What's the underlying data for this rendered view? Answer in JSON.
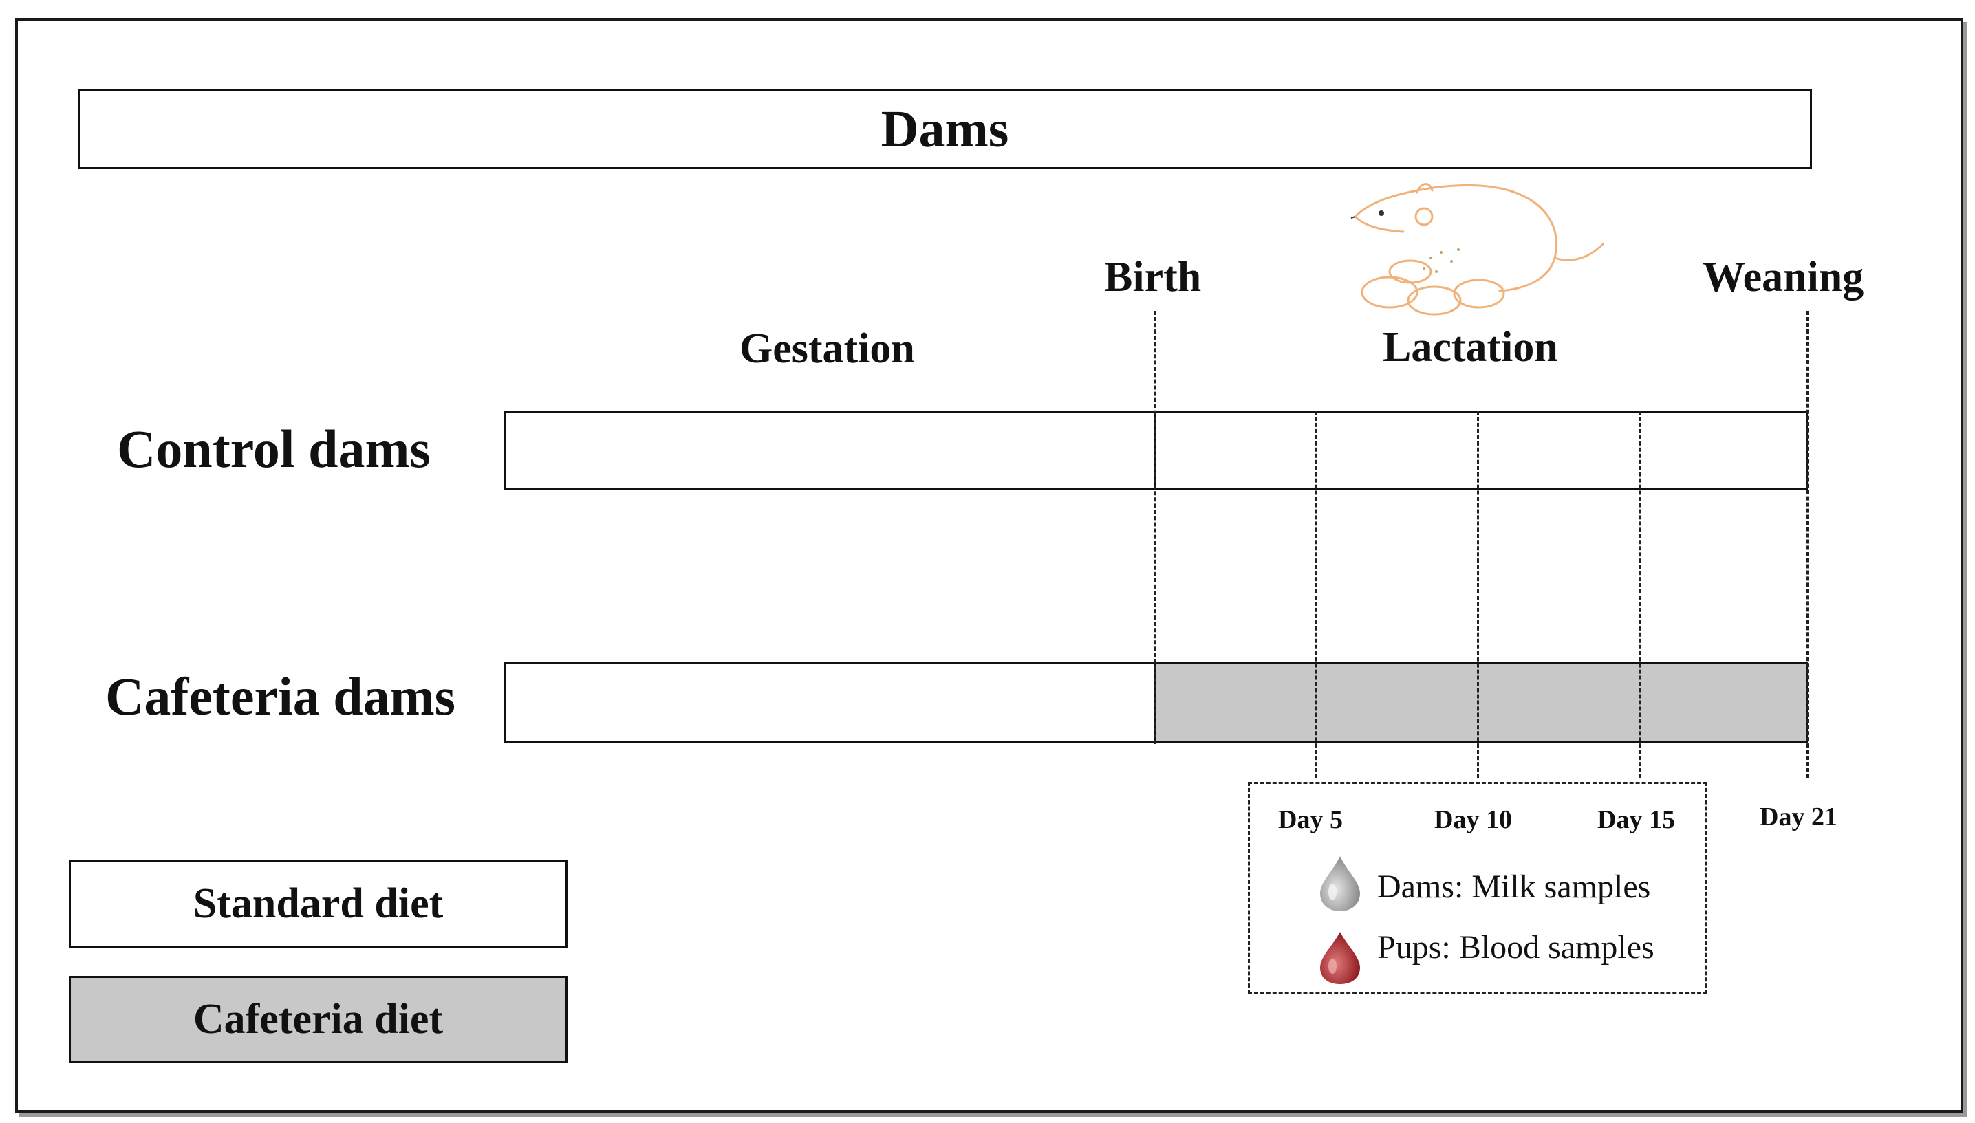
{
  "title": "Dams",
  "phases": {
    "gestation": "Gestation",
    "lactation": "Lactation"
  },
  "events": {
    "birth": "Birth",
    "weaning": "Weaning"
  },
  "groups": [
    {
      "label": "Control dams",
      "lactation_diet": "Standard diet"
    },
    {
      "label": "Cafeteria dams",
      "lactation_diet": "Cafeteria diet"
    }
  ],
  "days": [
    "Day 5",
    "Day 10",
    "Day 15",
    "Day 21"
  ],
  "legend": {
    "standard": "Standard diet",
    "cafeteria": "Cafeteria diet"
  },
  "samples": {
    "milk": "Dams: Milk samples",
    "blood": "Pups: Blood samples"
  },
  "colors": {
    "cafeteria_fill": "#c8c8c8",
    "milk_drop": "#9a9a9a",
    "blood_drop": "#b3262c",
    "rat_outline": "#f0b27a"
  },
  "icons": [
    "rat-nursing-pups-icon",
    "milk-drop-icon",
    "blood-drop-icon"
  ]
}
